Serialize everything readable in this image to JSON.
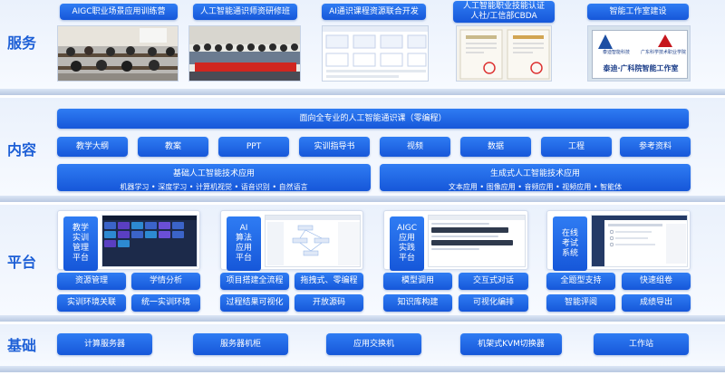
{
  "layers": {
    "service": "服务",
    "content": "内容",
    "platform": "平台",
    "foundation": "基础"
  },
  "services": [
    {
      "label": "AIGC职业场景应用训练营"
    },
    {
      "label": "人工智能通识师资研修班"
    },
    {
      "label": "AI通识课程资源联合开发"
    },
    {
      "label": "人工智能职业技能认证\n人社/工信部CBDA"
    },
    {
      "label": "智能工作室建设"
    }
  ],
  "studio_plaque": {
    "left_text": "泰迪智能科技",
    "right_text": "广东科学技术职业学院",
    "bottom_text": "泰迪·广科院智能工作室"
  },
  "content": {
    "headline": "面向全专业的人工智能通识课（零编程）",
    "resources": [
      "教学大纲",
      "教案",
      "PPT",
      "实训指导书",
      "视频",
      "数据",
      "工程",
      "参考资料"
    ],
    "groups": [
      {
        "title": "基础人工智能技术应用",
        "sub": "机器学习 • 深度学习 • 计算机视觉 • 语音识别 • 自然语言"
      },
      {
        "title": "生成式人工智能技术应用",
        "sub": "文本应用 • 图像应用 • 音频应用 • 视频应用 • 智能体"
      }
    ]
  },
  "platforms": [
    {
      "name": "教学\n实训\n管理\n平台",
      "features": [
        "资源管理",
        "学情分析",
        "实训环境关联",
        "统一实训环境"
      ]
    },
    {
      "name": "AI\n算法\n应用\n平台",
      "features": [
        "项目搭建全流程",
        "拖拽式、零编程",
        "过程结果可视化",
        "开放源码"
      ]
    },
    {
      "name": "AIGC\n应用\n实践\n平台",
      "features": [
        "模型调用",
        "交互式对话",
        "知识库构建",
        "可视化编排"
      ]
    },
    {
      "name": "在线\n考试\n系统",
      "features": [
        "全题型支持",
        "快速组卷",
        "智能评阅",
        "成绩导出"
      ]
    }
  ],
  "foundation": [
    "计算服务器",
    "服务器机柜",
    "应用交换机",
    "机架式KVM切换器",
    "工作站"
  ],
  "colors": {
    "accent": "#1d5fd6",
    "pill_top": "#2f7cf3",
    "pill_bottom": "#1657d9",
    "band": "#eaf1fc"
  }
}
